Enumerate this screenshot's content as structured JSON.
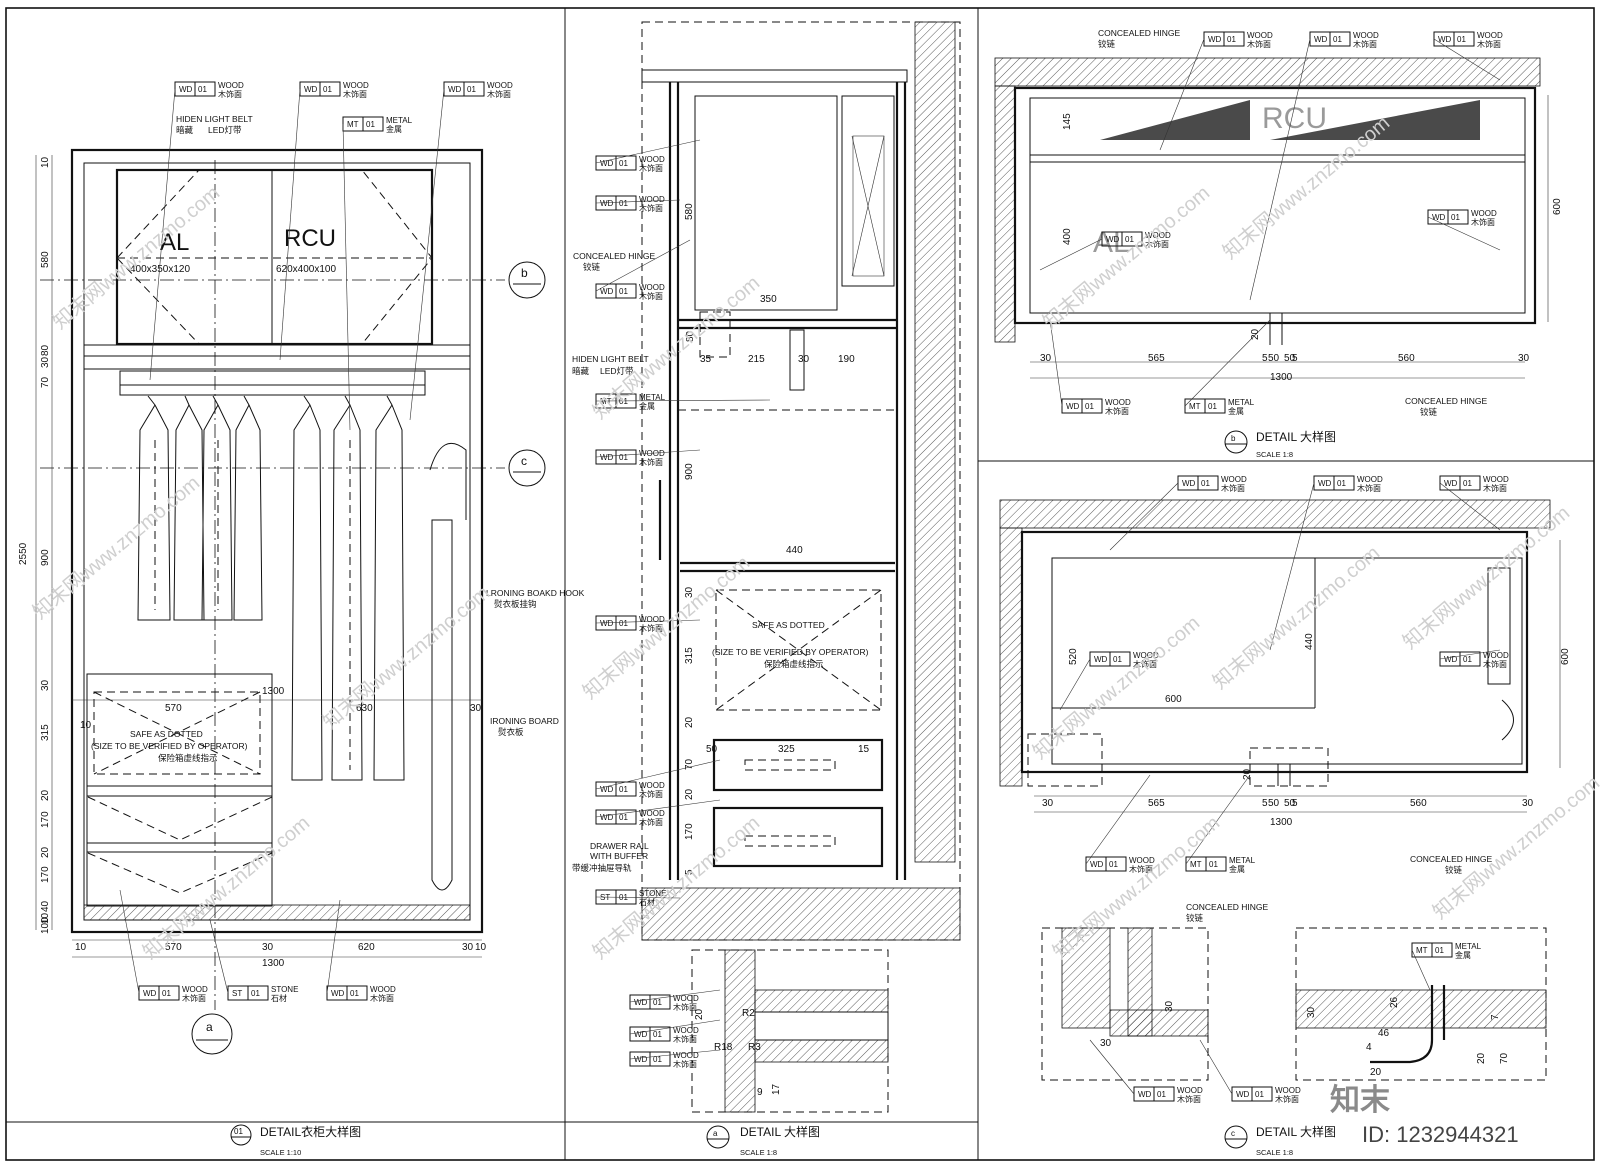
{
  "tags": {
    "wood_code": "WD",
    "wood_num": "01",
    "wood_en": "WOOD",
    "wood_cn": "木饰面",
    "metal_code": "MT",
    "metal_num": "01",
    "metal_en": "METAL",
    "metal_cn": "金属",
    "stone_code": "ST",
    "stone_num": "01",
    "stone_en": "STONE",
    "stone_cn": "石材"
  },
  "labels": {
    "hidden_light_en": "HIDEN LIGHT BELT",
    "hidden_light_cn": "暗藏",
    "hidden_light_led": "LED灯带",
    "ironing_hook_en": "LRONING BOAKD HOOK",
    "ironing_hook_cn": "熨衣板挂钩",
    "ironing_board_en": "IRONING BOARD",
    "ironing_board_cn": "熨衣板",
    "concealed_hinge_en": "CONCEALED HINGE",
    "concealed_hinge_cn": "铰链",
    "drawer_rail_en_1": "DRAWER RAIL",
    "drawer_rail_en_2": "WITH BUFFER",
    "drawer_rail_cn": "带缓冲抽屉导轨",
    "safe_1": "SAFE AS DOTTED",
    "safe_2": "(SIZE TO BE VERIFIED BY OPERATOR)",
    "safe_cn": "保险箱虚线指示",
    "al": "AL",
    "al_size": "400x350x120",
    "rcu": "RCU",
    "rcu_size": "620x400x100"
  },
  "panel1": {
    "dims_left": [
      "10",
      "580",
      "80",
      "30",
      "70",
      "900",
      "30",
      "315",
      "20",
      "170",
      "20",
      "170",
      "40",
      "10",
      "100"
    ],
    "dim_total": "2550",
    "dims_bottom": [
      "10",
      "570",
      "30",
      "620",
      "30",
      "10"
    ],
    "dim_width": "1300",
    "dims_safe": [
      "570",
      "630",
      "1300",
      "10",
      "30"
    ],
    "section_b": "b",
    "section_c": "c",
    "section_a": "a",
    "title_num": "01",
    "title": "DETAIL衣柜大样图",
    "scale": "SCALE   1:10"
  },
  "panel2": {
    "dims": [
      "580",
      "350",
      "80",
      "35",
      "215",
      "30",
      "190",
      "900",
      "440",
      "30",
      "315",
      "20",
      "50",
      "70",
      "325",
      "15",
      "20",
      "170",
      "5"
    ],
    "detail_dims": [
      "20",
      "R2",
      "R18",
      "R3",
      "9",
      "17"
    ],
    "title_num": "a",
    "title": "DETAIL   大样图",
    "scale": "SCALE   1:8"
  },
  "panel3": {
    "dims": [
      "145",
      "400",
      "600",
      "20",
      "30",
      "565",
      "5",
      "50",
      "50",
      "5",
      "560",
      "30",
      "1300"
    ],
    "title_num": "b",
    "title": "DETAIL   大样图",
    "scale": "SCALE   1:8"
  },
  "panel4": {
    "dims": [
      "520",
      "440",
      "600",
      "600",
      "20",
      "30",
      "565",
      "5",
      "50",
      "50",
      "5",
      "560",
      "30",
      "1300"
    ],
    "detail_dims": [
      "30",
      "30",
      "30",
      "26",
      "7",
      "46",
      "20",
      "70",
      "4",
      "20"
    ],
    "title_num": "c",
    "title": "DETAIL   大样图",
    "scale": "SCALE   1:8"
  },
  "watermark": {
    "site": "知末网www.znzmo.com",
    "brand": "知末",
    "id": "ID: 1232944321"
  }
}
